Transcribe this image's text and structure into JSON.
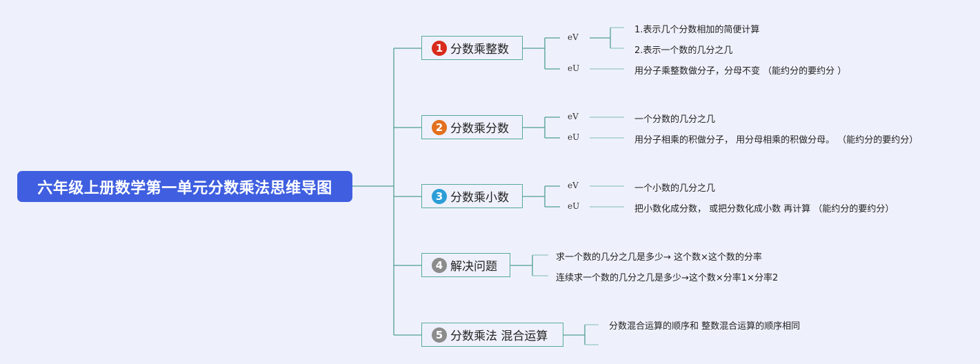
{
  "root": {
    "title": "六年级上册数学第一单元分数乘法思维导图"
  },
  "colors": {
    "root_bg": "#3f5fe0",
    "line": "#4f9c96",
    "badge_1": "#d92b1b",
    "badge_2": "#e3701e",
    "badge_3": "#2b9ed8",
    "badge_4": "#8c8c8c",
    "badge_5": "#8c8c8c"
  },
  "branches": [
    {
      "num": "1",
      "label": "分数乘整数",
      "key_v": "eV",
      "items_v": [
        "1.表示几个分数相加的简便计算",
        "2.表示一个数的几分之几"
      ],
      "key_u": "eU",
      "item_u": "用分子乘整数做分子，分母不变 （能约分的要约分 ）"
    },
    {
      "num": "2",
      "label": "分数乘分数",
      "key_v": "eV",
      "item_v": "一个分数的几分之几",
      "key_u": "eU",
      "item_u": "用分子相乘的积做分子， 用分母相乘的积做分母。 （能约分的要约分）"
    },
    {
      "num": "3",
      "label": "分数乘小数",
      "key_v": "eV",
      "item_v": "一个小数的几分之几",
      "key_u": "eU",
      "item_u": "把小数化成分数， 或把分数化成小数 再计算 （能约分的要约分）"
    },
    {
      "num": "4",
      "label": "解决问题",
      "items": [
        "求一个数的几分之几是多少→ 这个数×这个数的分率",
        "连续求一个数的几分之几是多少→这个数×分率1×分率2"
      ]
    },
    {
      "num": "5",
      "label": "分数乘法 混合运算",
      "items": [
        "分数混合运算的顺序和 整数混合运算的顺序相同"
      ]
    }
  ]
}
